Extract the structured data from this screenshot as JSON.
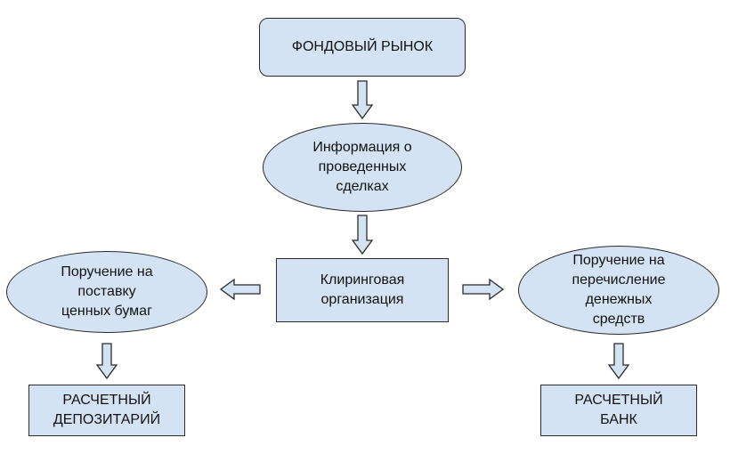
{
  "nodes": {
    "stock_market": "ФОНДОВЫЙ РЫНОК",
    "trade_info": "Информация о\nпроведенных\nсделках",
    "clearing": "Клиринговая\nорганизация",
    "securities_order": "Поручение на\nпоставку\nценных бумаг",
    "funds_order": "Поручение на\nперечисление\nденежных\nсредств",
    "depository": "РАСЧЕТНЫЙ\nДЕПОЗИТАРИЙ",
    "bank": "РАСЧЕТНЫЙ\nБАНК"
  },
  "colors": {
    "fill": "#d3e3f3",
    "stroke": "#2b2b2b"
  }
}
